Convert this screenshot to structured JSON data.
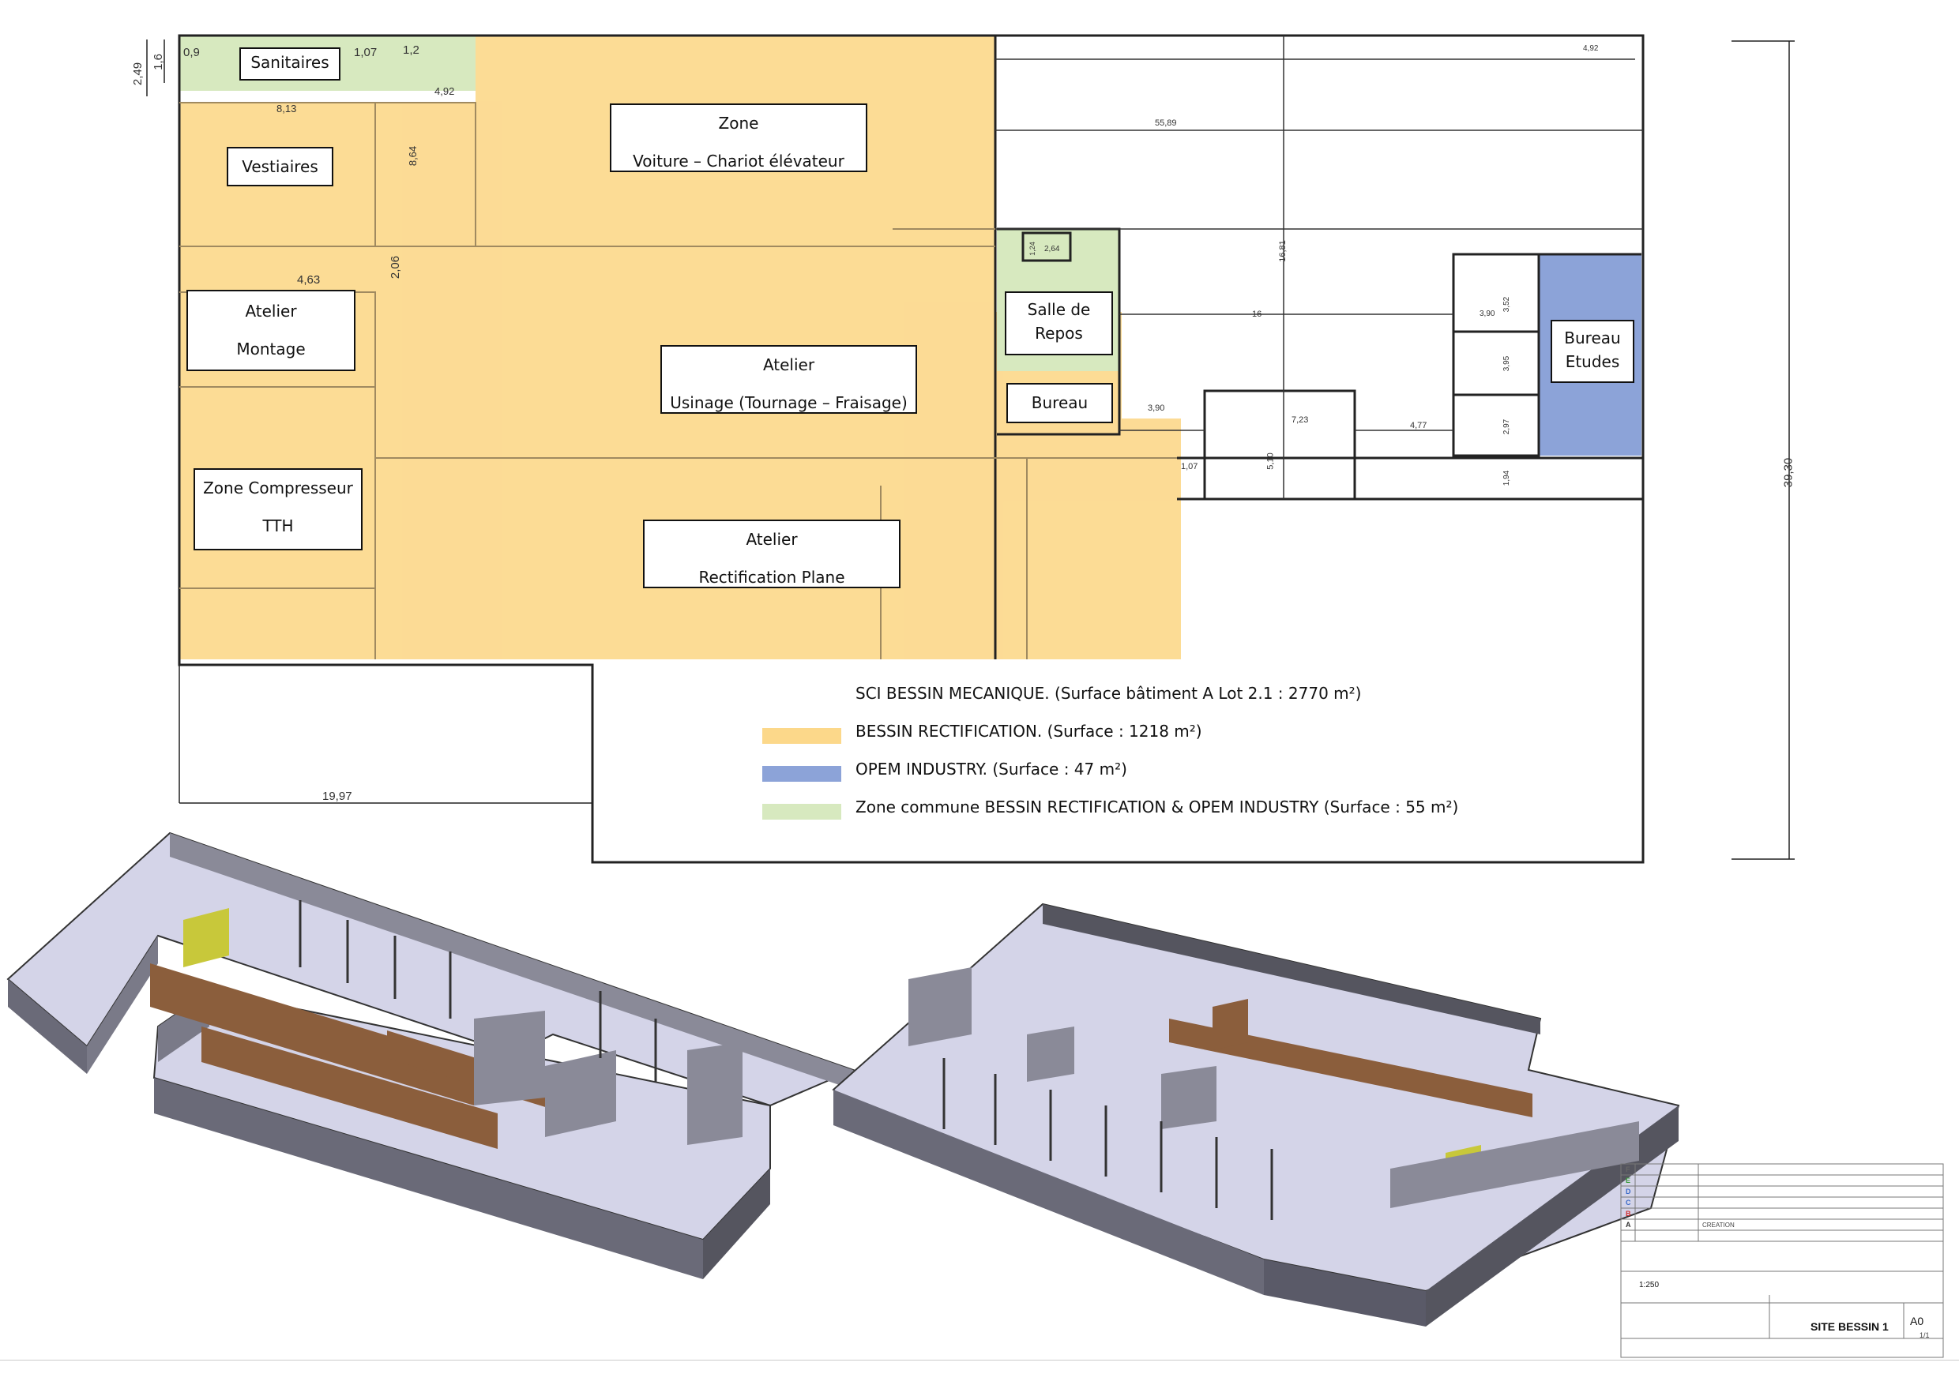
{
  "rooms": {
    "sanitaires": "Sanitaires",
    "vestiaires": "Vestiaires",
    "atelier_montage": [
      "Atelier",
      "Montage"
    ],
    "zone_compresseur": [
      "Zone Compresseur",
      "TTH"
    ],
    "zone_voiture": [
      "Zone",
      "Voiture – Chariot élévateur"
    ],
    "atelier_usinage": [
      "Atelier",
      "Usinage (Tournage – Fraisage)"
    ],
    "atelier_rectification": [
      "Atelier",
      "Rectification Plane"
    ],
    "salle_repos": [
      "Salle de",
      "Repos"
    ],
    "bureau": "Bureau",
    "bureau_etudes": [
      "Bureau",
      "Etudes"
    ]
  },
  "dimensions": {
    "d249": "2,49",
    "d16": "1,6",
    "d09": "0,9",
    "d107": "1,07",
    "d12": "1,2",
    "d492a": "4,92",
    "d813": "8,13",
    "d864": "8,64",
    "d463": "4,63",
    "d206": "2,06",
    "d5589": "55,89",
    "d1681": "16,81",
    "d16b": "16",
    "d390a": "3,90",
    "d352": "3,52",
    "d390b": "3,90",
    "d723": "7,23",
    "d477": "4,77",
    "d510": "5,10",
    "d107b": "1,07",
    "d3930": "39,30",
    "d1997": "19,97",
    "d492b": "4,92",
    "d395": "3,95",
    "d297": "2,97",
    "d194": "1,94",
    "d264": "2,64",
    "d124": "1,24"
  },
  "legend": {
    "header": "SCI BESSIN MECANIQUE. (Surface bâtiment A  Lot 2.1 : 2770 m²)",
    "items": [
      {
        "color": "#fcd88a",
        "text": "BESSIN RECTIFICATION. (Surface : 1218 m²)"
      },
      {
        "color": "#8ca3d8",
        "text": "OPEM INDUSTRY. (Surface : 47 m²)"
      },
      {
        "color": "#d7e9bf",
        "text": "Zone commune BESSIN RECTIFICATION & OPEM INDUSTRY (Surface : 55 m²)"
      }
    ]
  },
  "colors": {
    "bessin": "#fcd88a",
    "opem": "#8ca3d8",
    "commune": "#d7e9bf",
    "wall3d": "#6a6a78",
    "floor3d": "#d4d4e8",
    "brown3d": "#8b5e3c",
    "yellow3d": "#c8c83a"
  },
  "title_block": {
    "revisions": [
      "F",
      "E",
      "D",
      "C",
      "B",
      "A"
    ],
    "creation": "CREATION",
    "scale": "1:250",
    "site": "SITE BESSIN 1",
    "format": "A0",
    "sheet": "1/1"
  }
}
